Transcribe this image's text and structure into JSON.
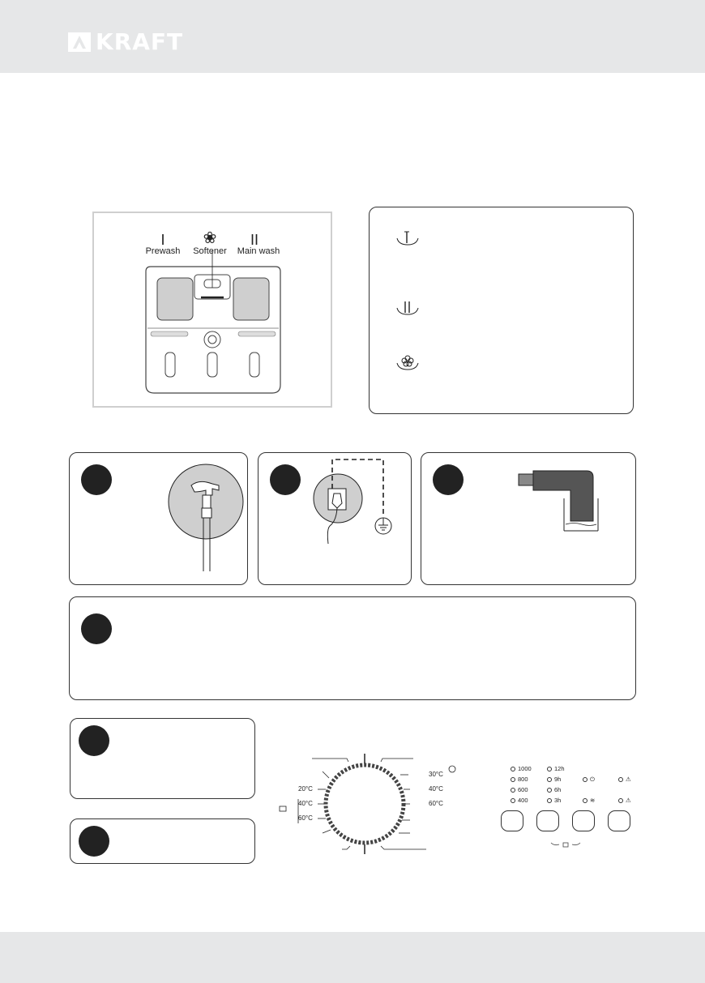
{
  "brand": {
    "name": "KRAFT"
  },
  "dispenser": {
    "compartments": [
      {
        "roman": "I",
        "label": "Prewash"
      },
      {
        "roman": "❀",
        "label": "Softener"
      },
      {
        "roman": "II",
        "label": "Main wash"
      }
    ]
  },
  "dial": {
    "left_labels": [
      "20°C",
      "40°C",
      "60°C"
    ],
    "right_labels": [
      "30°C",
      "40°C",
      "60°C"
    ]
  },
  "panel": {
    "spin_speeds": [
      "1000",
      "800",
      "600",
      "400"
    ],
    "delay_times": [
      "12h",
      "9h",
      "6h",
      "3h"
    ]
  },
  "colors": {
    "header_bg": "#e6e7e8",
    "step_circle": "#222222",
    "frame_border": "#cfcfcf"
  }
}
